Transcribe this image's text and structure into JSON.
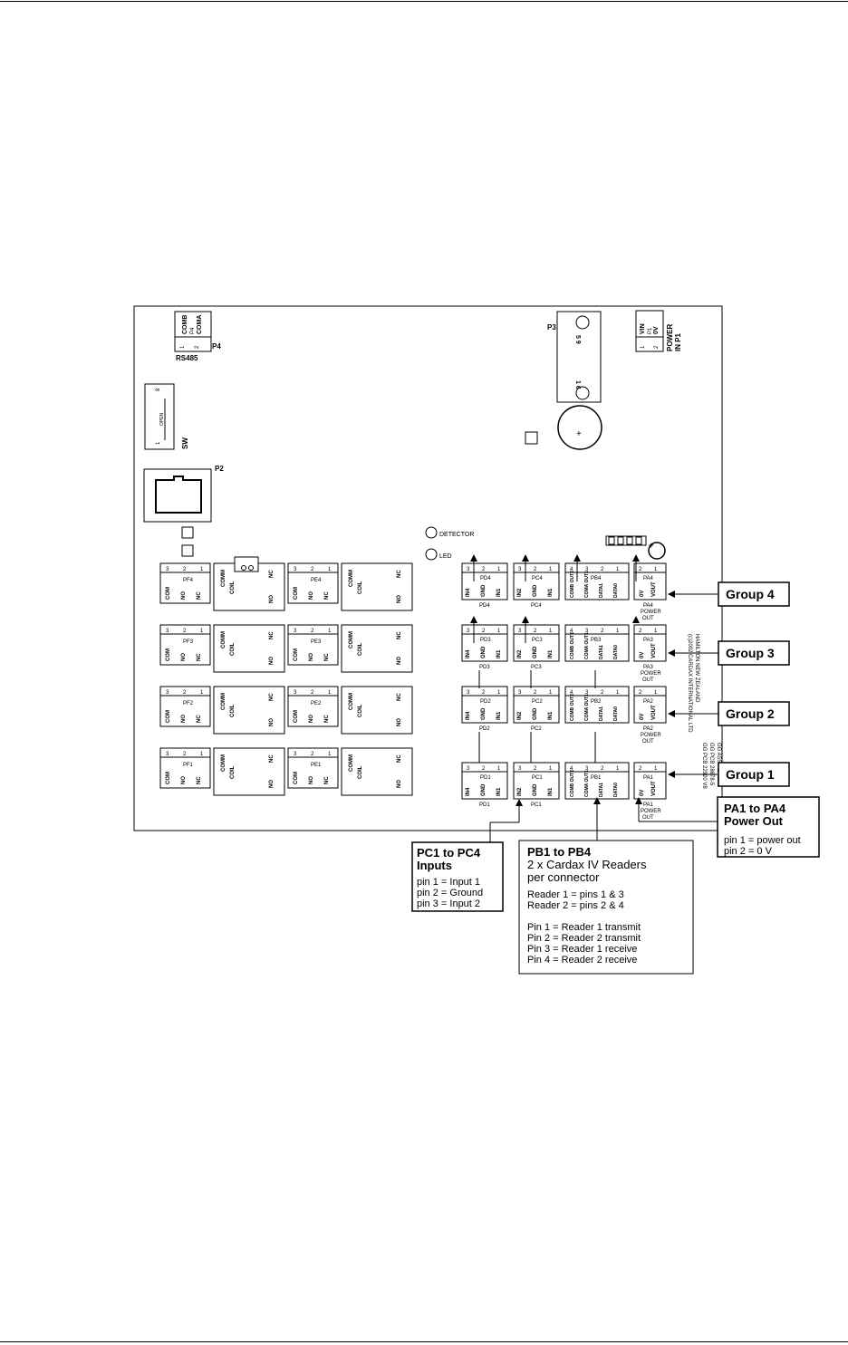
{
  "board": {
    "p4_top": [
      "COMB",
      "COMA"
    ],
    "p4_sub": "P4",
    "p4_pins": [
      "1",
      "2"
    ],
    "p4_label": "P4",
    "rs485": "RS485",
    "sw_pin_high": "8",
    "sw_pin_low": "1",
    "sw_open": "OPEN",
    "sw_label": "SW",
    "p2_label": "P2",
    "p3_label": "P3",
    "p3_pins_top": "5 9",
    "p3_pins_bottom": "1 6",
    "battery_plus": "+",
    "p1_top": [
      "VIN",
      "0V"
    ],
    "p1_sub": "P1",
    "p1_pins": [
      "1",
      "2"
    ],
    "power_in": [
      "POWER",
      "IN  P1"
    ],
    "detector": "DETECTOR",
    "led": "LED",
    "plus": "+",
    "vertical_text": [
      "(c)2002 CARDAX INTERNATIONAL LTD",
      "HAMILTON NEW ZEALAND",
      "GG PCB 22920 V8",
      "GG PCB 28678-5",
      "GG ASSY   2A8283"
    ]
  },
  "relays": {
    "rows": [
      {
        "pf": "PF4",
        "pe": "PE4"
      },
      {
        "pf": "PF3",
        "pe": "PE3"
      },
      {
        "pf": "PF2",
        "pe": "PE2"
      },
      {
        "pf": "PF1",
        "pe": "PE1"
      }
    ],
    "term_pins": [
      "3",
      "2",
      "1"
    ],
    "term_labels": [
      "COM",
      "NO",
      "NC"
    ],
    "coil_labels": [
      "COMM",
      "COIL",
      "NC",
      "NO"
    ]
  },
  "connectors": {
    "rows": [
      {
        "pd": "PD4",
        "pc": "PC4",
        "pb": "PB4",
        "pa": "PA4",
        "pd_under": "PD4",
        "pc_under": "PC4",
        "pa_under": "PA4 POWER OUT",
        "pb_labels": [
          "COMB OUT2",
          "COMA OUT1",
          "DATA1",
          "DATA0"
        ]
      },
      {
        "pd": "PD3",
        "pc": "PC3",
        "pb": "PB3",
        "pa": "PA3",
        "pd_under": "PD3",
        "pc_under": "PC3",
        "pa_under": "PA3 POWER OUT",
        "pb_labels": [
          "COMB OUT2",
          "COMA OUT1",
          "DATA1",
          "DATA0"
        ]
      },
      {
        "pd": "PD2",
        "pc": "PC2",
        "pb": "PB2",
        "pa": "PA2",
        "pd_under": "PD2",
        "pc_under": "PC2",
        "pa_under": "PA2 POWER OUT",
        "pb_labels": [
          "COMB OUT2",
          "COMA OUT1",
          "DATA1",
          "DATA0"
        ]
      },
      {
        "pd": "PD1",
        "pc": "PC1",
        "pb": "PB1",
        "pa": "PA1",
        "pd_under": "PD1",
        "pc_under": "PC1",
        "pa_under": "PA1 POWER OUT",
        "pb_labels": [
          "COMB OUT2",
          "COMA OUT1",
          "DATA1",
          "DATA0"
        ]
      }
    ],
    "pd_labels": [
      "IN4",
      "GND",
      "IN1"
    ],
    "pc_labels": [
      "IN2",
      "GND",
      "IN1"
    ],
    "pa_labels": [
      "0V",
      "VOUT"
    ],
    "pins3": [
      "3",
      "2",
      "1"
    ],
    "pins4": [
      "4",
      "3",
      "2",
      "1"
    ],
    "pins2": [
      "2",
      "1"
    ]
  },
  "groups": [
    "Group 4",
    "Group 3",
    "Group 2",
    "Group 1"
  ],
  "callouts": {
    "pa": {
      "title": "PA1 to PA4\nPower Out",
      "lines": [
        "pin 1 = power out",
        "pin 2 = 0 V"
      ]
    },
    "pc": {
      "title": "PC1 to PC4\nInputs",
      "lines": [
        "pin 1 = Input 1",
        "pin 2 = Ground",
        "pin 3 = Input 2"
      ]
    },
    "pb": {
      "title": "PB1 to PB4",
      "sub": "2 x Cardax IV Readers\nper connector",
      "lines": [
        "Reader 1 = pins 1 & 3",
        "Reader 2 = pins 2 & 4",
        "",
        "Pin 1 = Reader 1 transmit",
        "Pin 2 = Reader 2 transmit",
        "Pin 3 = Reader 1 receive",
        "Pin 4 = Reader 2 receive"
      ]
    }
  }
}
